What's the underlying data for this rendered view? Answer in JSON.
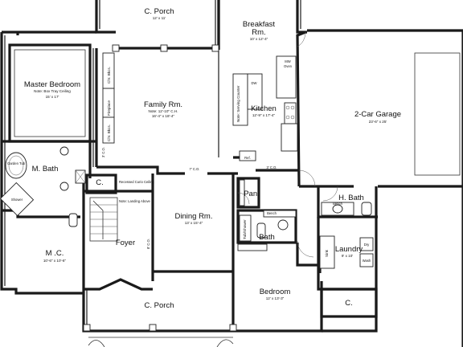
{
  "rooms": {
    "c_porch_top": {
      "name": "C. Porch",
      "dim": "12' x 11'"
    },
    "breakfast": {
      "name_1": "Breakfast",
      "name_2": "Rm.",
      "dim": "10' x 12'-4\""
    },
    "master_bedroom": {
      "name": "Master Bedroom",
      "note": "Note: Box Tray Ceiling",
      "dim": "15' x 17'"
    },
    "family": {
      "name": "Family Rm.",
      "note": "Note: 12'-10\" C.H.",
      "dim": "16'-4\" x 18'-4\""
    },
    "kitchen": {
      "name": "Kitchen",
      "dim": "12'-9\" x 17'-4\""
    },
    "garage": {
      "name": "2-Car Garage",
      "dim": "23'-6\" x 25'"
    },
    "m_bath": {
      "name": "M. Bath"
    },
    "closet_hall": {
      "name": "C."
    },
    "pan": {
      "name": "Pan."
    },
    "h_bath": {
      "name": "H. Bath"
    },
    "dining": {
      "name": "Dining Rm.",
      "dim": "13' x 15'-4\""
    },
    "bath": {
      "name": "Bath"
    },
    "laundry": {
      "name": "Laundry",
      "dim": "9' x 10'"
    },
    "mc": {
      "name": "M .C.",
      "dim": "10'-6\" x 10'-6\""
    },
    "foyer": {
      "name": "Foyer"
    },
    "bedroom": {
      "name": "Bedroom",
      "dim": "12' x 13'-3\""
    },
    "closet_laundry": {
      "name": "C."
    },
    "c_porch_bottom": {
      "name": "C. Porch"
    }
  },
  "notes": {
    "garden_tub": "Garden Tub",
    "shower": "Shower",
    "ref": "Ref.",
    "bench": "Bench",
    "bench_2": "Bench",
    "tub_shower": "Tub/Shower",
    "serving_counter": "Note: Serving Counter",
    "mw_oven_1": "MW",
    "mw_oven_2": "Oven",
    "dw": "DW",
    "ch_bkcs_1": "Chr. Bkcs.",
    "ch_bkcs_2": "Chr. Bkcs.",
    "fireplace": "Fireplace",
    "recessed": "Recessed Curio Ceiling",
    "landing": "Note: Landing Above",
    "dryer": "Dry",
    "washer": "Wash",
    "bsnk": "Sink"
  },
  "co_labels": {
    "c1": "3' C.O.",
    "c2": "7' C.O.",
    "c3": "3' C.O.",
    "c4": "8' C.O."
  }
}
